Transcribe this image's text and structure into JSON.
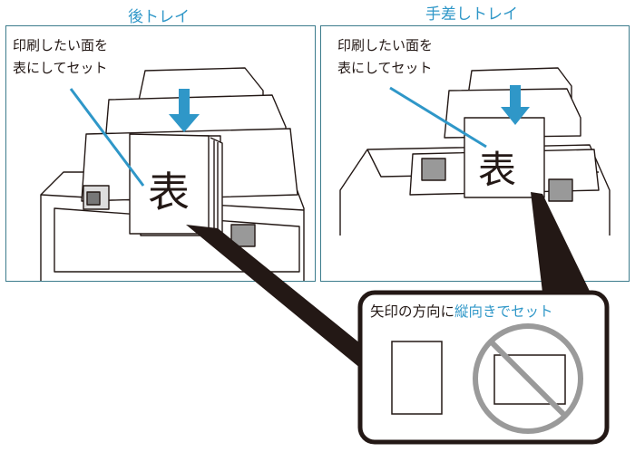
{
  "left_panel": {
    "title": "後トレイ",
    "caption_line1": "印刷したい面を",
    "caption_line2": "表にしてセット",
    "paper_mark": "表"
  },
  "right_panel": {
    "title": "手差しトレイ",
    "caption_line1": "印刷したい面を",
    "caption_line2": "表にしてセット",
    "paper_mark": "表"
  },
  "callout": {
    "text_prefix": "矢印の方向に",
    "text_highlight": "縦向きでセット"
  },
  "colors": {
    "accent": "#2f97c8",
    "frame": "#3c7c8c",
    "prohibit": "#9a9a9a"
  }
}
